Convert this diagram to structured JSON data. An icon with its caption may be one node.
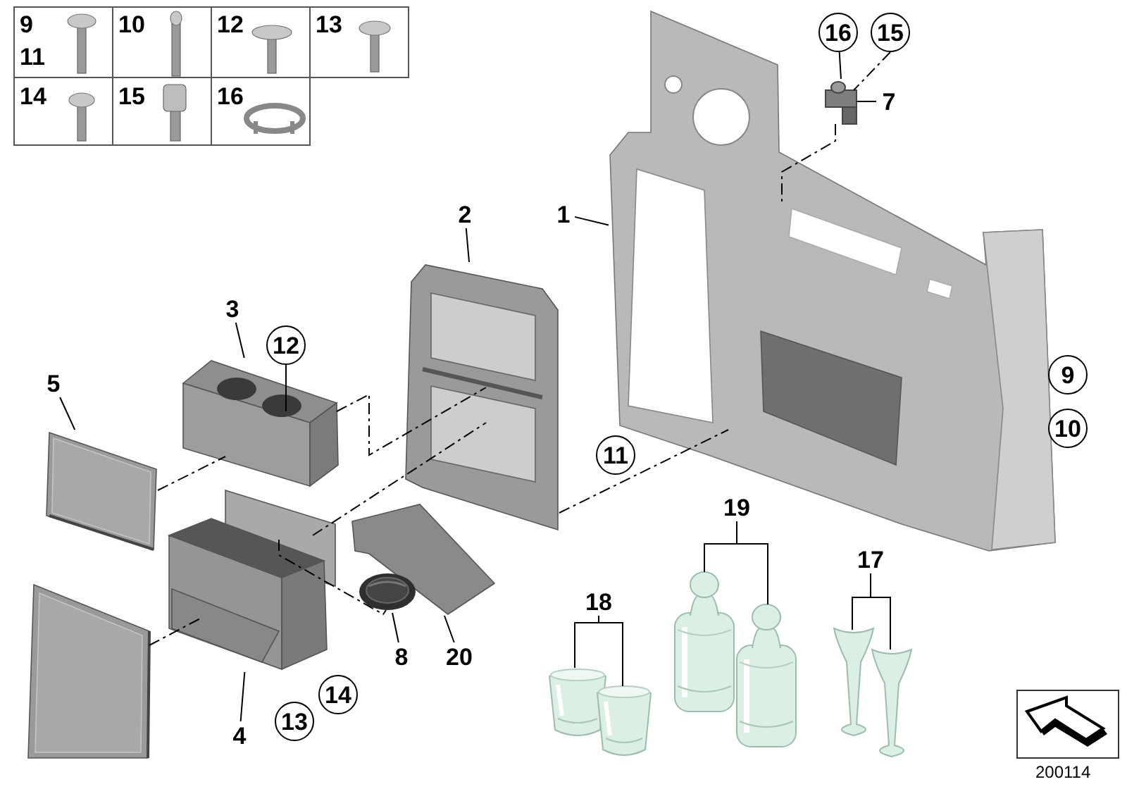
{
  "diagram": {
    "nodes": [
      {
        "text": [
          "16"
        ]
      },
      {
        "text": [
          "15"
        ]
      },
      {
        "text": [
          "7"
        ]
      },
      {
        "text": [
          "1"
        ]
      },
      {
        "text": [
          "2"
        ]
      },
      {
        "text": [
          "3"
        ]
      },
      {
        "text": [
          "12"
        ]
      },
      {
        "text": [
          "5"
        ]
      },
      {
        "text": [
          "9"
        ]
      },
      {
        "text": [
          "10"
        ]
      },
      {
        "text": [
          "11"
        ]
      },
      {
        "text": [
          "19"
        ]
      },
      {
        "text": [
          "17"
        ]
      },
      {
        "text": [
          "18"
        ]
      },
      {
        "text": [
          "8"
        ]
      },
      {
        "text": [
          "20"
        ]
      },
      {
        "text": [
          "14"
        ]
      },
      {
        "text": [
          "13"
        ]
      },
      {
        "text": [
          "4"
        ]
      },
      {
        "text": [],
        "shape": "picture"
      },
      {
        "text": [],
        "shape": "picture"
      },
      {
        "text": [],
        "shape": "picture"
      },
      {
        "text": [],
        "shape": "picture"
      },
      {
        "text": [],
        "shape": "picture"
      },
      {
        "text": [],
        "shape": "picture"
      },
      {
        "text": [],
        "shape": "picture"
      },
      {
        "text": [],
        "shape": "picture"
      },
      {
        "text": [],
        "shape": "picture"
      },
      {
        "text": [],
        "shape": "picture"
      },
      {
        "text": [],
        "shape": "picture"
      },
      {
        "text": [],
        "shape": "picture"
      },
      {
        "text": [],
        "shape": "picture"
      },
      {
        "text": [],
        "shape": "picture"
      },
      {
        "text": [],
        "shape": "picture"
      }
    ],
    "edges": [
      {
        "from": 0,
        "to": 19,
        "arrow": "none"
      },
      {
        "from": 1,
        "to": 19,
        "arrow": "none",
        "style": "dashed"
      },
      {
        "from": 2,
        "to": 19,
        "arrow": "none"
      },
      {
        "from": 3,
        "to": 20,
        "arrow": "none"
      },
      {
        "from": 4,
        "to": 21,
        "arrow": "none"
      },
      {
        "from": 5,
        "to": 22,
        "arrow": "none"
      },
      {
        "from": 6,
        "to": 22,
        "arrow": "none"
      },
      {
        "from": 7,
        "to": 23,
        "arrow": "none"
      },
      {
        "from": 18,
        "to": 24,
        "arrow": "none"
      },
      {
        "from": 14,
        "to": 27,
        "arrow": "none"
      },
      {
        "from": 15,
        "to": 26,
        "arrow": "none"
      },
      {
        "from": 13,
        "to": 28,
        "arrow": "none"
      },
      {
        "from": 13,
        "to": 29,
        "arrow": "none"
      },
      {
        "from": 11,
        "to": 30,
        "arrow": "none"
      },
      {
        "from": 11,
        "to": 31,
        "arrow": "none"
      },
      {
        "from": 12,
        "to": 32,
        "arrow": "none"
      },
      {
        "from": 12,
        "to": 33,
        "arrow": "none"
      },
      {
        "from": 19,
        "to": 20,
        "arrow": "none",
        "style": "dashed"
      },
      {
        "from": 22,
        "to": 21,
        "arrow": "none",
        "style": "dashed"
      },
      {
        "from": 23,
        "to": 22,
        "arrow": "none",
        "style": "dashed"
      },
      {
        "from": 24,
        "to": 21,
        "arrow": "none",
        "style": "dashed"
      },
      {
        "from": 24,
        "to": 27,
        "arrow": "none",
        "style": "dashed"
      },
      {
        "from": 25,
        "to": 24,
        "arrow": "none",
        "style": "dashed"
      },
      {
        "from": 21,
        "to": 20,
        "arrow": "none",
        "style": "dashed"
      }
    ],
    "labels": [
      "9",
      "11",
      "10",
      "12",
      "13",
      "14",
      "15",
      "16",
      "200114"
    ]
  }
}
